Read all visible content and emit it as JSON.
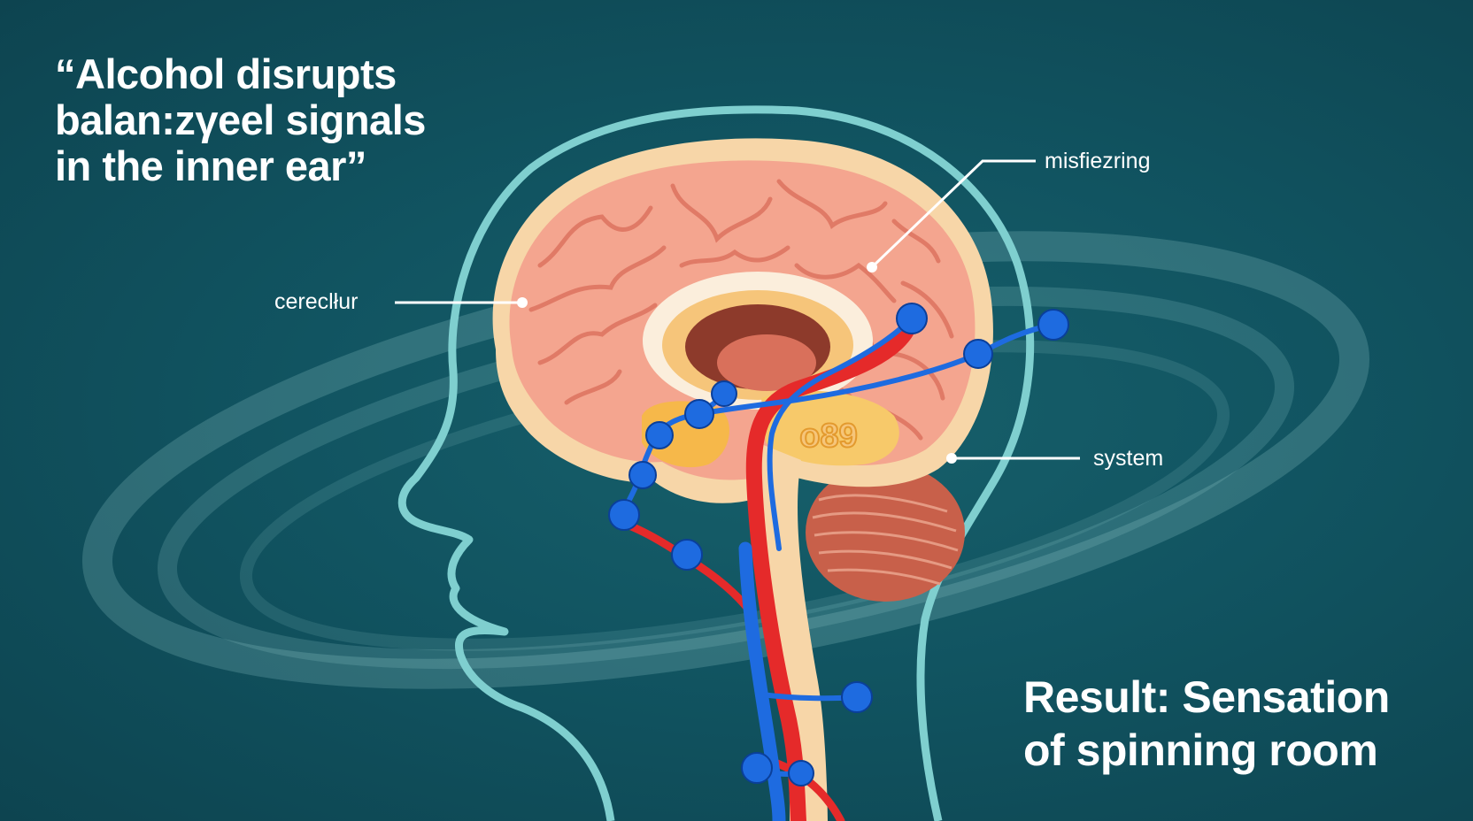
{
  "headline": {
    "line1": "“Alcohol disrupts",
    "line2": "balan:zγeel signals",
    "line3": "in the inner ear”"
  },
  "labels": {
    "cerebellum": "cereclłur",
    "misfiring": "misfiezring",
    "system": "system",
    "brainstem_glyph": "o89"
  },
  "result": {
    "line1": "Result: Sensation",
    "line2": "of spinning room"
  },
  "colors": {
    "background": "#115461",
    "head_outline": "#7fcfcf",
    "brain": "#f4a58f",
    "brain_folds": "#e07a66",
    "nerve_blue": "#1e6be0",
    "artery_red": "#e52a2a",
    "brainstem": "#f7c96a",
    "text": "#ffffff"
  }
}
